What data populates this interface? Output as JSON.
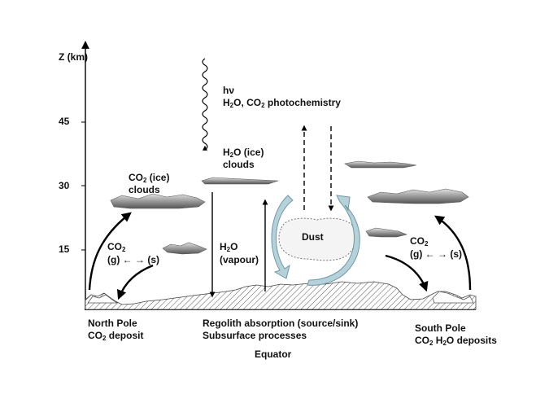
{
  "axis": {
    "label": "Z (km)",
    "ticks": [
      "45",
      "30",
      "15"
    ]
  },
  "labels": {
    "hv": "hν",
    "photochem": {
      "h": "H",
      "sub1": "2",
      "o_co": "O, CO",
      "sub2": "2",
      "rest": " photochemistry"
    },
    "h2o_ice_1": {
      "a": "H",
      "sub": "2",
      "b": "O (ice)"
    },
    "h2o_ice_2": "clouds",
    "co2_ice_1": {
      "a": "CO",
      "sub": "2",
      "b": " (ice)"
    },
    "co2_ice_2": "clouds",
    "co2_left_1": {
      "a": "CO",
      "sub": "2"
    },
    "co2_left_2": "(g) ← → (s)",
    "co2_right_1": {
      "a": "CO",
      "sub": "2"
    },
    "co2_right_2": "(g) ← → (s)",
    "vapour_1": {
      "a": "H",
      "sub": "2",
      "b": "O"
    },
    "vapour_2": "(vapour)",
    "dust": "Dust",
    "north_1": "North Pole",
    "north_2": {
      "a": "CO",
      "sub": "2",
      "b": " deposit"
    },
    "regolith_1": "Regolith absorption (source/sink)",
    "regolith_2": "Subsurface processes",
    "equator": "Equator",
    "south_1": "South Pole",
    "south_2": {
      "a": "CO",
      "sub": "2",
      "b": " H",
      "sub2": "2",
      "c": "O deposits"
    }
  },
  "colors": {
    "line": "#000000",
    "cloud_dark": "#6e6e6e",
    "cloud_light": "#d6d6d6",
    "circulation_arrow": "#a9c9d4",
    "dust_fill": "#f2f2f2"
  }
}
